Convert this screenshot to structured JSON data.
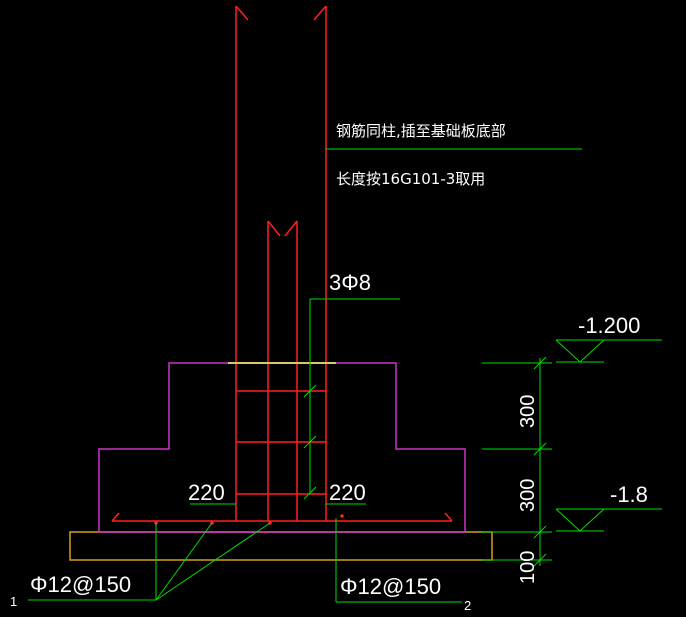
{
  "colors": {
    "background": "#000000",
    "rebar": "#ff2020",
    "concrete_outline": "#cc33cc",
    "cushion_outline": "#d4a017",
    "leader": "#00dd00",
    "text": "#ffffff"
  },
  "notes": {
    "line1": "钢筋同柱,插至基础板底部",
    "line2": "长度按16G101-3取用"
  },
  "stirrup_label": "3Φ8",
  "elevations": {
    "top": "-1.200",
    "bottom": "-1.8"
  },
  "dimensions": {
    "upper": "300",
    "middle": "300",
    "lower": "100"
  },
  "offsets": {
    "left": "220",
    "right": "220"
  },
  "bottom_bar": {
    "left_label": "Φ12@150",
    "right_label": "Φ12@150",
    "left_tag": "1",
    "right_tag": "2"
  }
}
